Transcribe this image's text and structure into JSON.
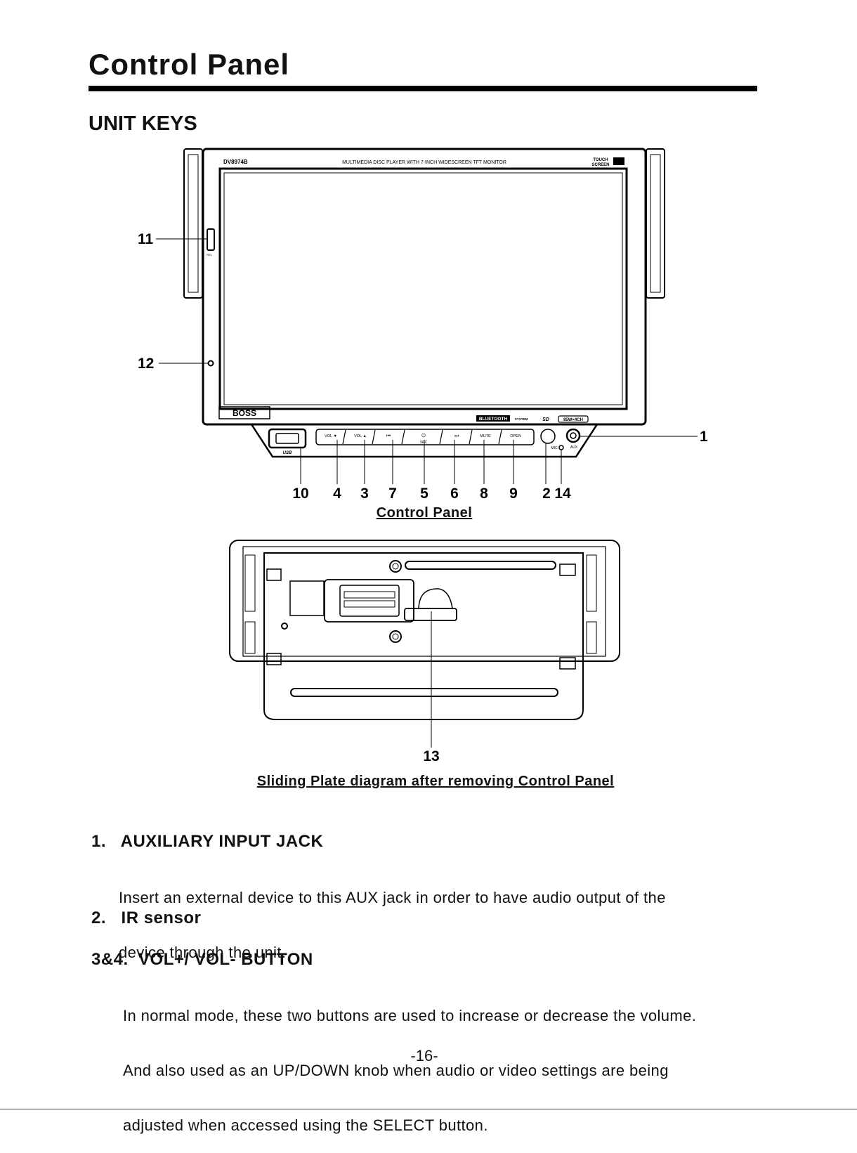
{
  "page": {
    "title": "Control Panel",
    "section": "UNIT KEYS",
    "page_number": "-16-"
  },
  "diagram1": {
    "model": "DV8974B",
    "header": "MULTIMEDIA DISC PLAYER WITH 7-INCH WIDESCREEN TFT MONITOR",
    "touch_top": "TOUCH",
    "touch_bottom": "SCREEN",
    "brand": "BOSS",
    "bluetooth": "BLUETOOTH",
    "system": "SYSTEM",
    "sd": "SD",
    "power_rating": "85W×4CH",
    "rel": "REL",
    "usb": "USB",
    "mic": "MIC",
    "aux": "AUX",
    "buttons": [
      "VOL ▼",
      "VOL ▲",
      "⏮",
      "⏻",
      "⏭",
      "MUTE",
      "OPEN"
    ],
    "src": "SRC",
    "callouts": {
      "c11": "11",
      "c12": "12",
      "c1": "1",
      "c10": "10",
      "c4": "4",
      "c3": "3",
      "c7": "7",
      "c5": "5",
      "c6": "6",
      "c8": "8",
      "c9": "9",
      "c2": "2",
      "c14": "14"
    },
    "caption": "Control Panel"
  },
  "diagram2": {
    "callout": "13",
    "caption": "Sliding Plate diagram after removing Control Panel"
  },
  "items": [
    {
      "heading": "1.   AUXILIARY INPUT JACK",
      "lines": [
        "Insert an external device to this AUX jack in order to have audio output of the",
        "device through the unit."
      ]
    },
    {
      "heading": "2.   IR sensor",
      "lines": []
    },
    {
      "heading": "3&4.  VOL+/ VOL- BUTTON",
      "lines": [
        "In normal mode, these two buttons are used to increase or decrease the volume.",
        "And also used as an UP/DOWN knob when audio or video settings are being",
        "adjusted when accessed using the SELECT button."
      ]
    }
  ]
}
